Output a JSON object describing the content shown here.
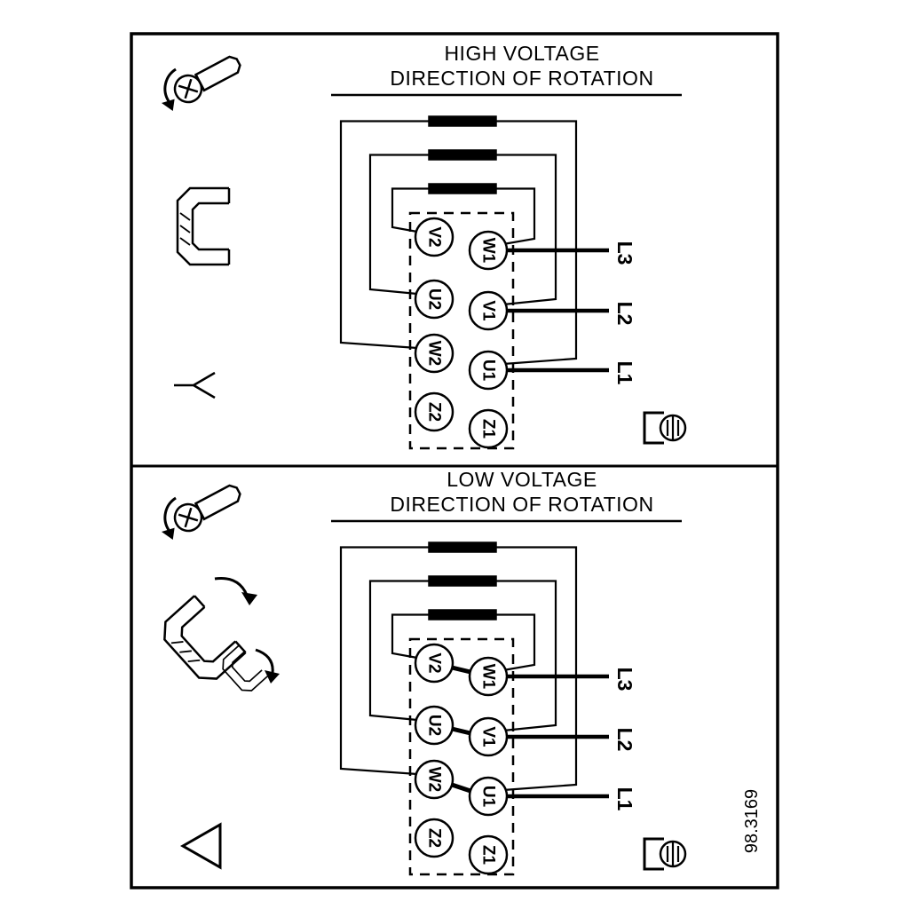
{
  "figure_number": "98.3169",
  "colors": {
    "line": "#000000",
    "background": "#ffffff"
  },
  "icons": {
    "screw": "screw-rotation-icon",
    "jumper_bridge": "jumper-bridge-icon",
    "jumper_clip": "jumper-clip-icon",
    "move_arrow": "move-arrow-icon",
    "star": "star-connection-icon",
    "delta": "delta-connection-icon",
    "ground": "ground-terminal-icon"
  },
  "panels": [
    {
      "id": "high-voltage",
      "title_line1": "HIGH VOLTAGE",
      "title_line2": "DIRECTION OF ROTATION",
      "connection": "star",
      "terminals_left": [
        "V2",
        "U2",
        "W2",
        "Z2"
      ],
      "terminals_right": [
        "W1",
        "V1",
        "U1",
        "Z1"
      ],
      "supply_lines": [
        "L3",
        "L2",
        "L1"
      ]
    },
    {
      "id": "low-voltage",
      "title_line1": "LOW VOLTAGE",
      "title_line2": "DIRECTION OF ROTATION",
      "connection": "delta",
      "terminals_left": [
        "V2",
        "U2",
        "W2",
        "Z2"
      ],
      "terminals_right": [
        "W1",
        "V1",
        "U1",
        "Z1"
      ],
      "supply_lines": [
        "L3",
        "L2",
        "L1"
      ]
    }
  ]
}
